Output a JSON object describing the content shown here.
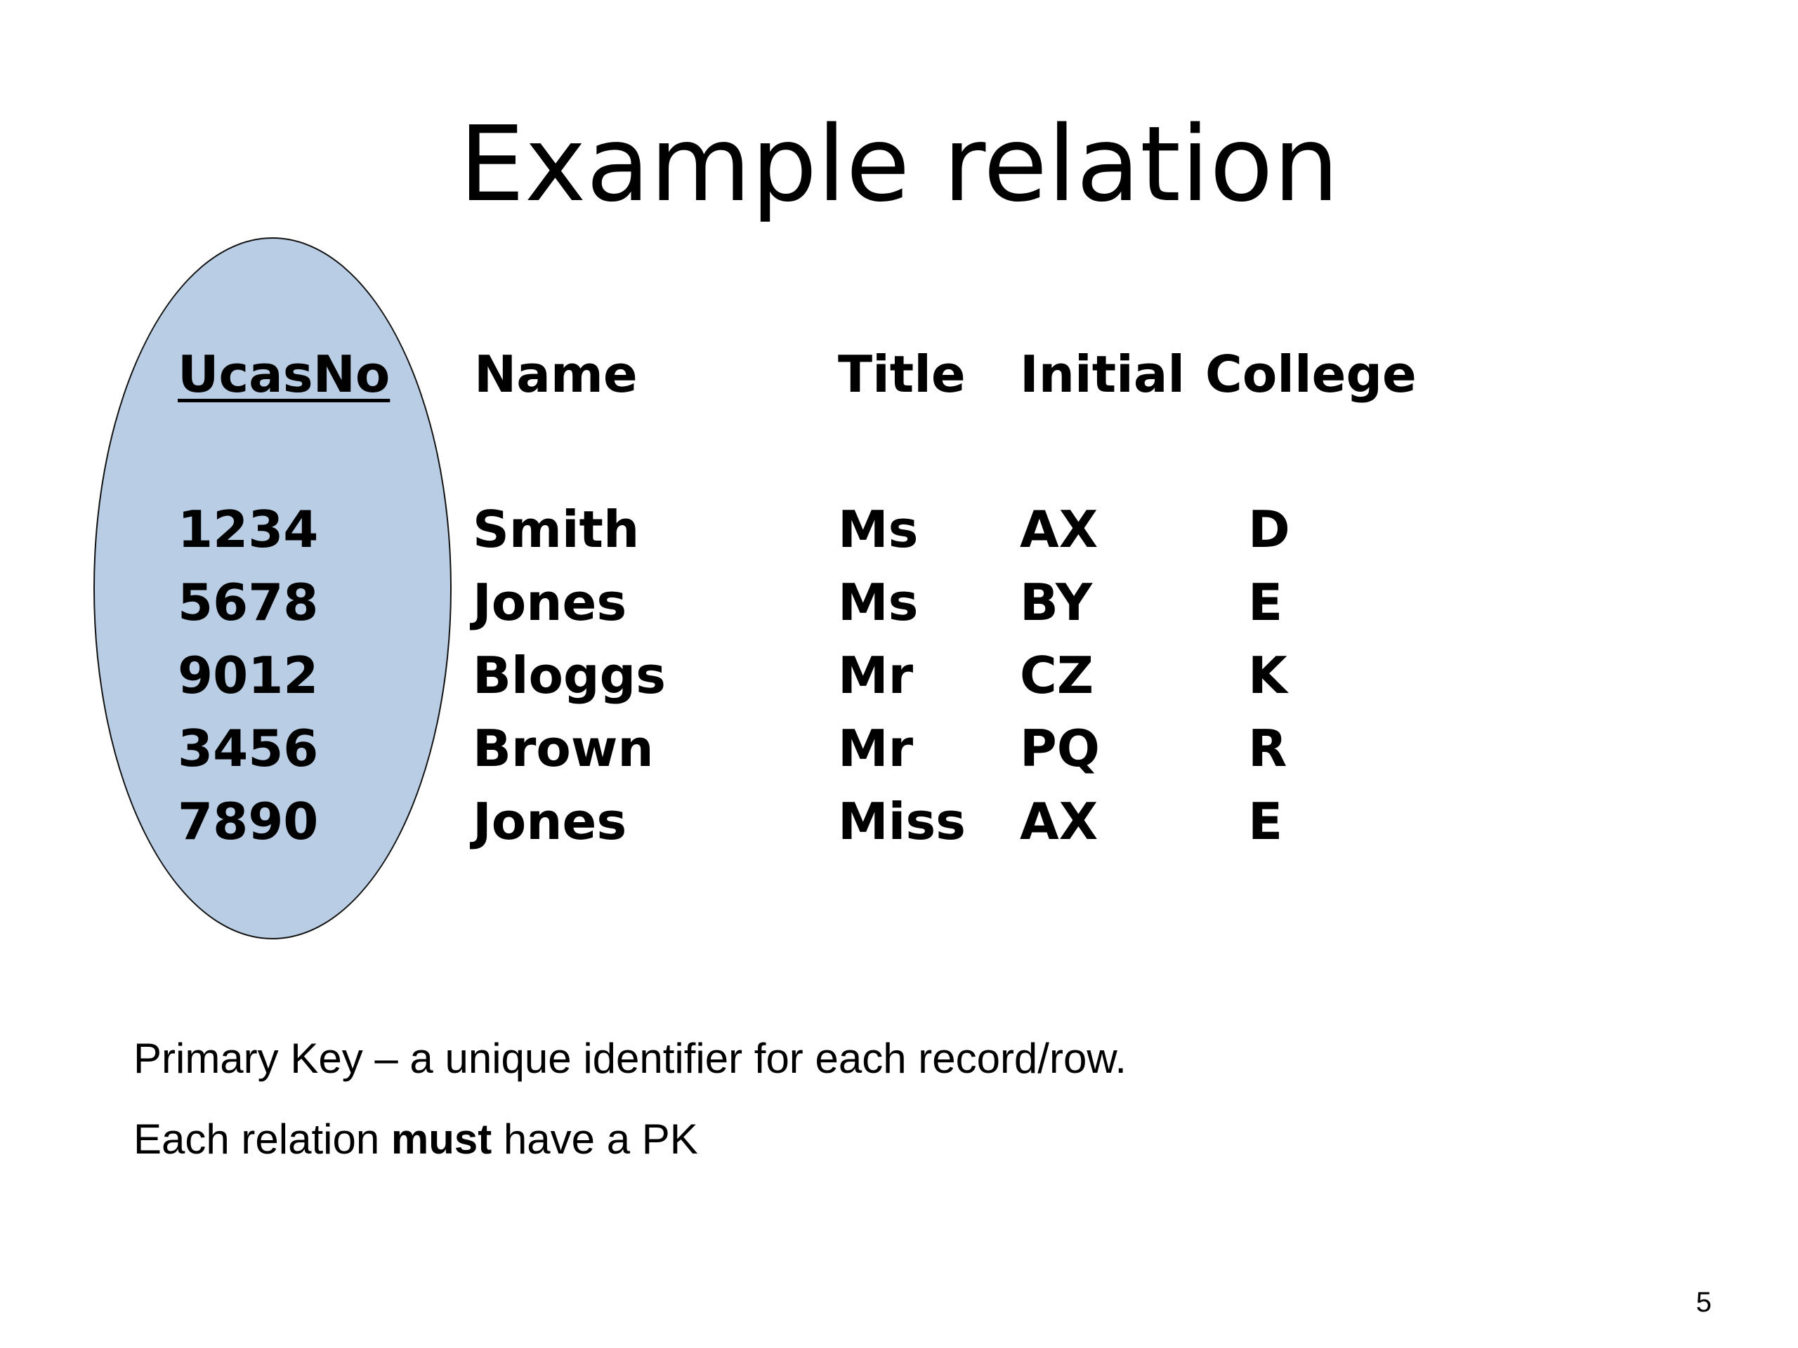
{
  "slide": {
    "title": "Example relation",
    "page_number": "5"
  },
  "table": {
    "columns": [
      "UcasNo",
      "Name",
      "Title",
      "Initial",
      "College"
    ],
    "rows": [
      [
        "1234",
        "Smith",
        "Ms",
        "AX",
        "D"
      ],
      [
        "5678",
        "Jones",
        "Ms",
        "BY",
        "E"
      ],
      [
        "9012",
        "Bloggs",
        "Mr",
        "CZ",
        "K"
      ],
      [
        "3456",
        "Brown",
        "Mr",
        "PQ",
        "R"
      ],
      [
        "7890",
        "Jones",
        "Miss",
        "AX",
        "E"
      ]
    ],
    "highlight_color": "#b9cde5"
  },
  "notes": {
    "line1": "Primary Key – a unique identifier for each record/row.",
    "line2_prefix": "Each relation ",
    "line2_emphasis": "must",
    "line2_suffix": " have a PK"
  }
}
